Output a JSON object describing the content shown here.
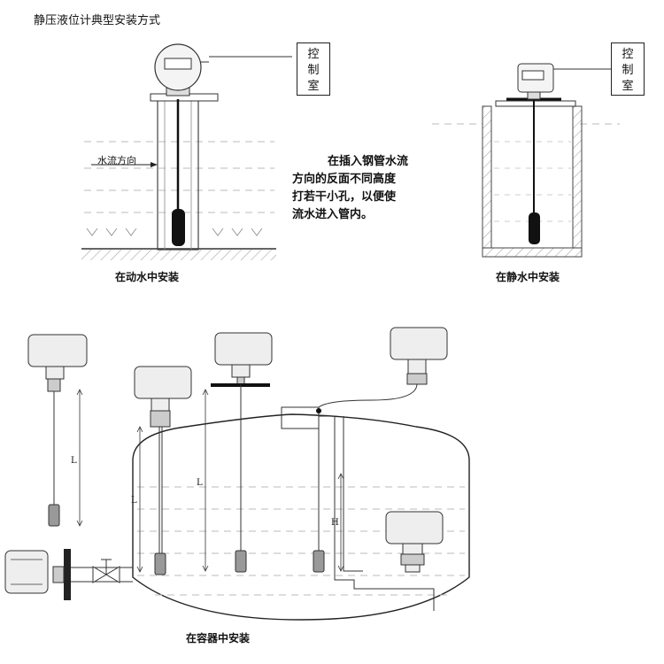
{
  "title": "静压液位计典型安装方式",
  "control_room_label": "控\n制\n室",
  "flow_direction_label": "水流方向",
  "note": [
    "在插入钢管水流",
    "方向的反面不同高度",
    "打若干小孔，以便使",
    "流水进入管内。"
  ],
  "captions": {
    "flowing_water": "在动水中安装",
    "still_water": "在静水中安装",
    "container": "在容器中安装"
  },
  "dimension_labels": {
    "L": "L",
    "H": "H"
  }
}
